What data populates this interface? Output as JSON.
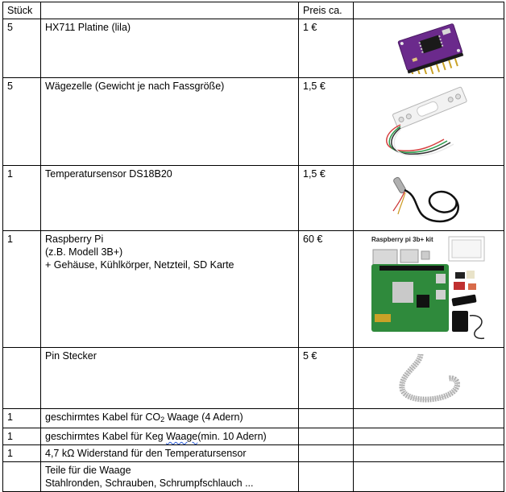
{
  "header": {
    "qty": "Stück",
    "item": "",
    "price": "Preis ca.",
    "image": ""
  },
  "rows": [
    {
      "qty": "5",
      "item": "HX711 Platine (lila)",
      "price": "1 €",
      "image_icon": "hx711-board-photo"
    },
    {
      "qty": "5",
      "item": "Wägezelle (Gewicht je nach Fassgröße)",
      "price": "1,5 €",
      "image_icon": "load-cell-photo"
    },
    {
      "qty": "1",
      "item": "Temperatursensor DS18B20",
      "price": "1,5 €",
      "image_icon": "temperature-sensor-photo"
    },
    {
      "qty": "1",
      "item_lines": [
        "Raspberry Pi",
        "(z.B. Modell 3B+)",
        "+ Gehäuse, Kühlkörper, Netzteil, SD Karte"
      ],
      "price": "60 €",
      "image_caption": "Raspberry pi 3b+ kit",
      "image_icon": "raspberry-pi-kit-photo"
    },
    {
      "qty": "",
      "item": "Pin Stecker",
      "price": "5 €",
      "image_icon": "pin-header-photo"
    },
    {
      "qty": "1",
      "item_pre": "geschirmtes Kabel für CO",
      "item_sub": "2",
      "item_post": " Waage (4 Adern)",
      "price": ""
    },
    {
      "qty": "1",
      "item_pre": "geschirmtes Kabel für Keg ",
      "item_mark": "Waage",
      "item_post": "(min. 10 Adern)",
      "price": ""
    },
    {
      "qty": "1",
      "item": "4,7 kΩ Widerstand für den Temperatursensor",
      "price": ""
    },
    {
      "qty": "",
      "item_lines": [
        "Teile für die Waage",
        "Stahlronden, Schrauben, Schrumpfschlauch ..."
      ],
      "price": ""
    }
  ],
  "colors": {
    "board_purple": "#6b2a8c",
    "chip_black": "#1a1a1a",
    "pcb_green": "#2f8a3c",
    "header_gold": "#c9a227"
  }
}
